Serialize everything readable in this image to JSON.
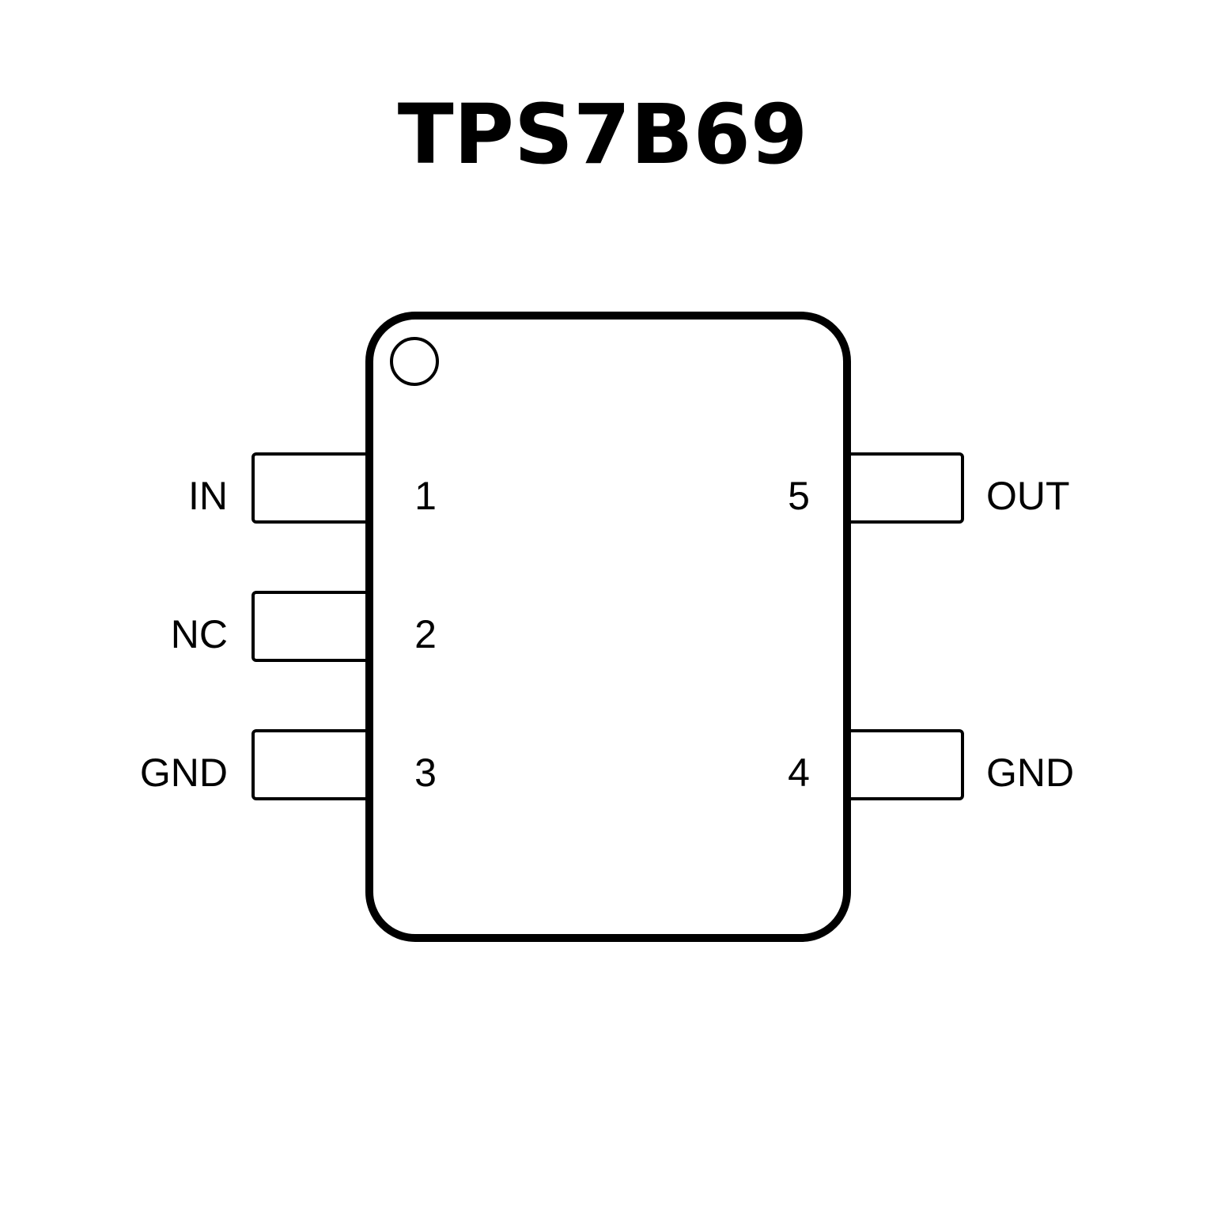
{
  "title": "TPS7B69",
  "pins": [
    {
      "number": "1",
      "name": "IN"
    },
    {
      "number": "2",
      "name": "NC"
    },
    {
      "number": "3",
      "name": "GND"
    },
    {
      "number": "4",
      "name": "GND"
    },
    {
      "number": "5",
      "name": "OUT"
    }
  ]
}
